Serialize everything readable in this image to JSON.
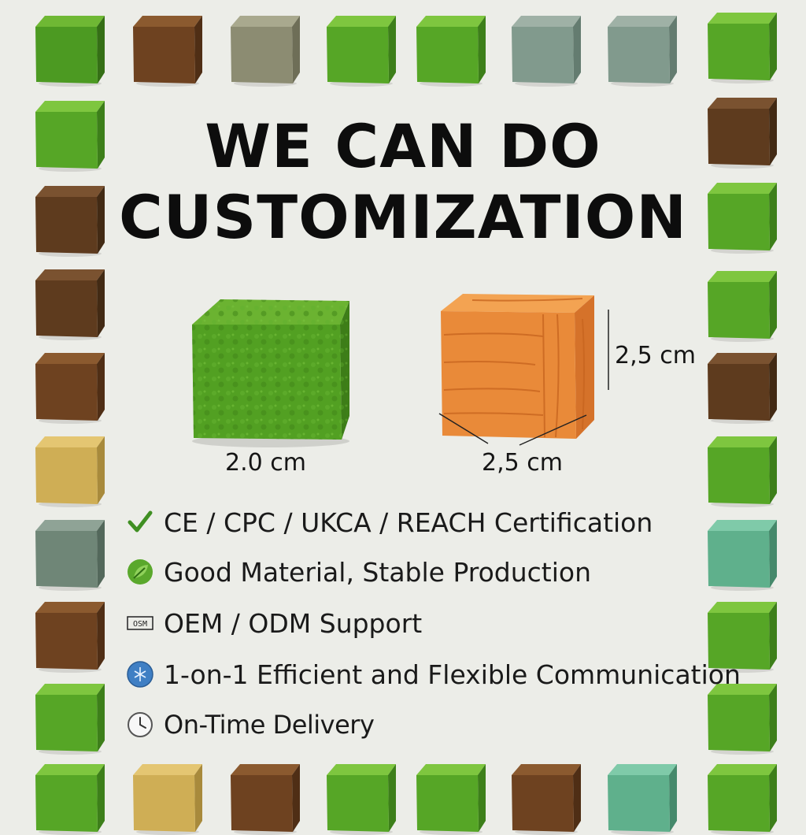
{
  "headline": {
    "line1": "WE CAN DO",
    "line2": "CUSTOMIZATION"
  },
  "cubes": {
    "green_size_label": "2.0 cm",
    "orange_width_label": "2,5 cm",
    "orange_height_label": "2,5 cm"
  },
  "features": [
    {
      "icon": "check-icon",
      "text": "CE / CPC / UKCA / REACH Certification"
    },
    {
      "icon": "leaf-icon",
      "text": "Good Material, Stable Production"
    },
    {
      "icon": "oem-badge-icon",
      "badge": "OSM",
      "text": "OEM / ODM Support"
    },
    {
      "icon": "communication-icon",
      "text": "1-on-1 Efficient and Flexible Communication"
    },
    {
      "icon": "clock-icon",
      "text": "On-Time Delivery"
    }
  ],
  "colors": {
    "background": "#ecede8",
    "grass_green": "#4f9a22",
    "wood_orange": "#e88a3a",
    "text": "#111111"
  }
}
